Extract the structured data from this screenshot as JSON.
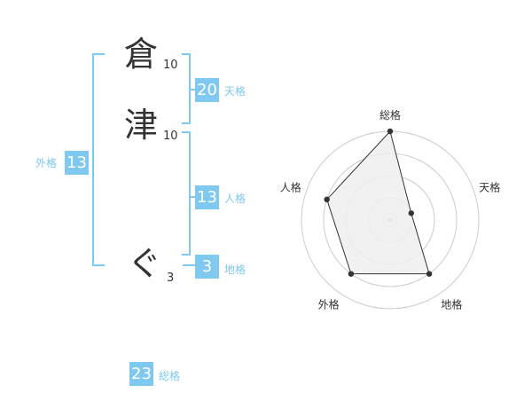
{
  "characters": [
    {
      "char": "倉",
      "strokes": "10"
    },
    {
      "char": "津",
      "strokes": "10"
    },
    {
      "char": "ぐ",
      "strokes": "3"
    }
  ],
  "fortunes": {
    "tenkaku": {
      "label": "天格",
      "value": "20"
    },
    "jinkaku": {
      "label": "人格",
      "value": "13"
    },
    "chikaku": {
      "label": "地格",
      "value": "3"
    },
    "gaikaku": {
      "label": "外格",
      "value": "13"
    },
    "soukaku": {
      "label": "総格",
      "value": "23"
    }
  },
  "chart_data": {
    "type": "radar",
    "axes": [
      "総格",
      "天格",
      "地格",
      "外格",
      "人格"
    ],
    "values": [
      4,
      1,
      3,
      3,
      3
    ],
    "max": 4,
    "rings": 4,
    "colors": {
      "fill": "#eeeeee",
      "stroke": "#333333",
      "grid": "#cccccc",
      "point": "#333333"
    }
  }
}
